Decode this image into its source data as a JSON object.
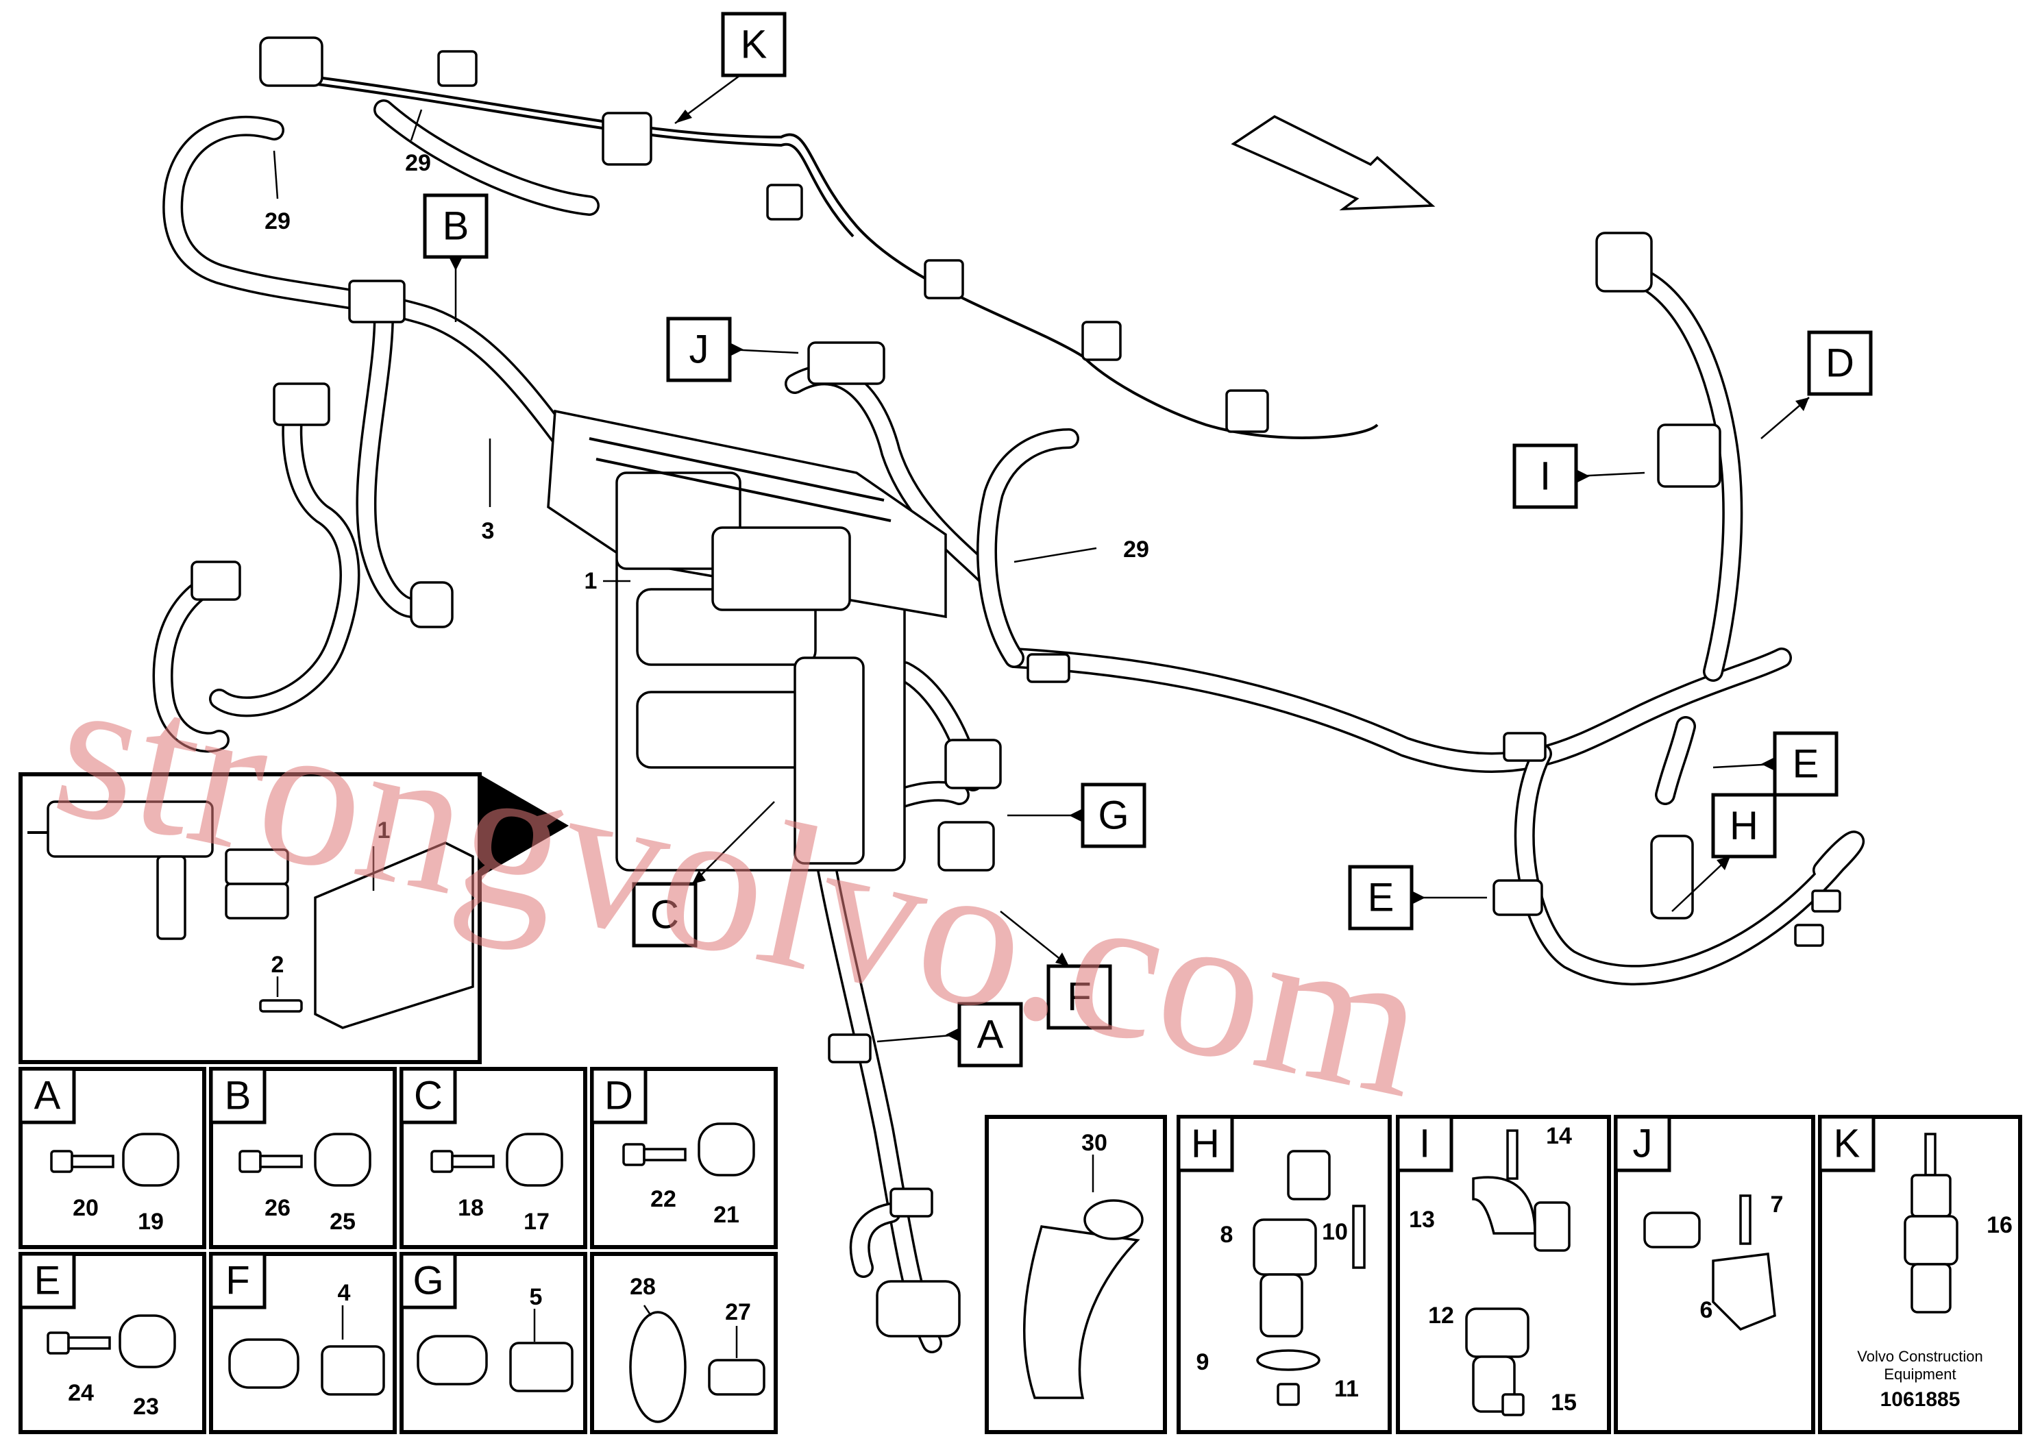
{
  "document": {
    "brand_caption_line1": "Volvo Construction",
    "brand_caption_line2": "Equipment",
    "drawing_number": "1061885",
    "watermark": "strongvolvo.com"
  },
  "callouts": {
    "K": "K",
    "B": "B",
    "J": "J",
    "D": "D",
    "I": "I",
    "E1": "E",
    "E2": "E",
    "H": "H",
    "G": "G",
    "C": "C",
    "F": "F",
    "A": "A"
  },
  "labels": {
    "n29a": "29",
    "n29b": "29",
    "n29c": "29",
    "n3": "3",
    "n1": "1",
    "inset_n1": "1",
    "inset_n2": "2"
  },
  "panels": {
    "A": {
      "letter": "A",
      "bolt": "20",
      "clip": "19"
    },
    "B": {
      "letter": "B",
      "bolt": "26",
      "clip": "25"
    },
    "C": {
      "letter": "C",
      "bolt": "18",
      "clip": "17"
    },
    "D": {
      "letter": "D",
      "bolt": "22",
      "clip": "21"
    },
    "E": {
      "letter": "E",
      "bolt": "24",
      "clip": "23"
    },
    "F": {
      "letter": "F",
      "part": "4"
    },
    "G": {
      "letter": "G",
      "part": "5"
    },
    "T": {
      "strap": "28",
      "plug": "27"
    },
    "P30": {
      "part": "30"
    },
    "H": {
      "letter": "H",
      "n8": "8",
      "n10": "10",
      "n9": "9",
      "n11": "11"
    },
    "I": {
      "letter": "I",
      "n14": "14",
      "n13": "13",
      "n12": "12",
      "n15": "15"
    },
    "J": {
      "letter": "J",
      "n7": "7",
      "n6": "6"
    },
    "K": {
      "letter": "K",
      "n16": "16"
    }
  }
}
